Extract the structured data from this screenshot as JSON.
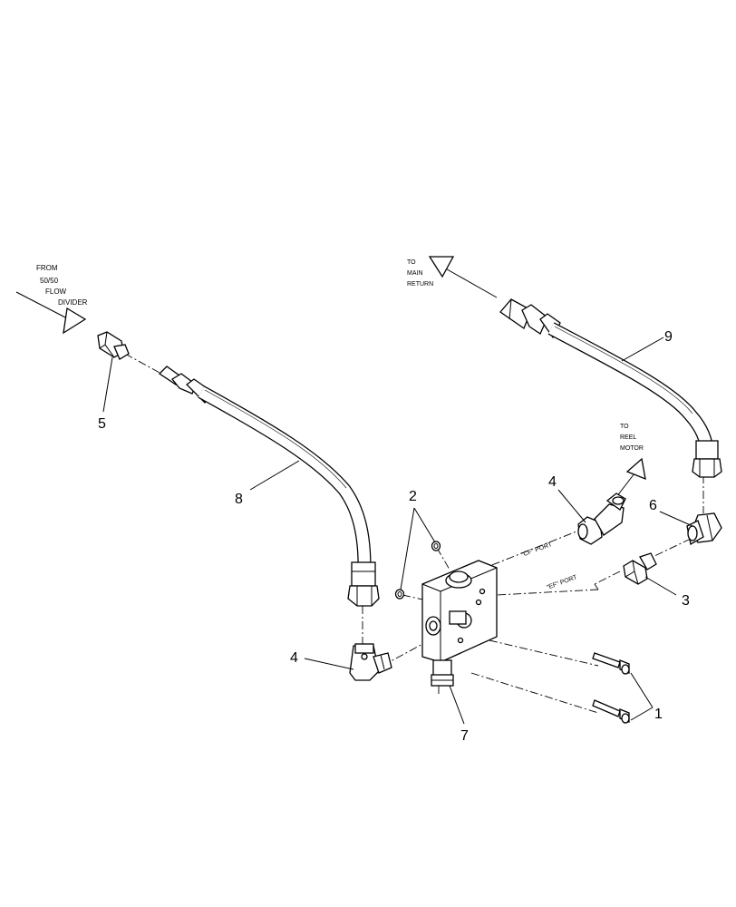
{
  "annotations": {
    "from_divider": [
      "FROM",
      "50/50",
      "FLOW",
      "DIVIDER"
    ],
    "to_main_return": [
      "TO",
      "MAIN",
      "RETURN"
    ],
    "to_reel_motor": [
      "TO",
      "REEL",
      "MOTOR"
    ],
    "cf_port": "\"CF\" PORT",
    "ef_port": "\"EF\" PORT"
  },
  "callouts": {
    "item_1": "1",
    "item_2": "2",
    "item_3": "3",
    "item_4_upper": "4",
    "item_4_lower": "4",
    "item_5": "5",
    "item_6": "6",
    "item_7": "7",
    "item_8": "8",
    "item_9": "9"
  }
}
